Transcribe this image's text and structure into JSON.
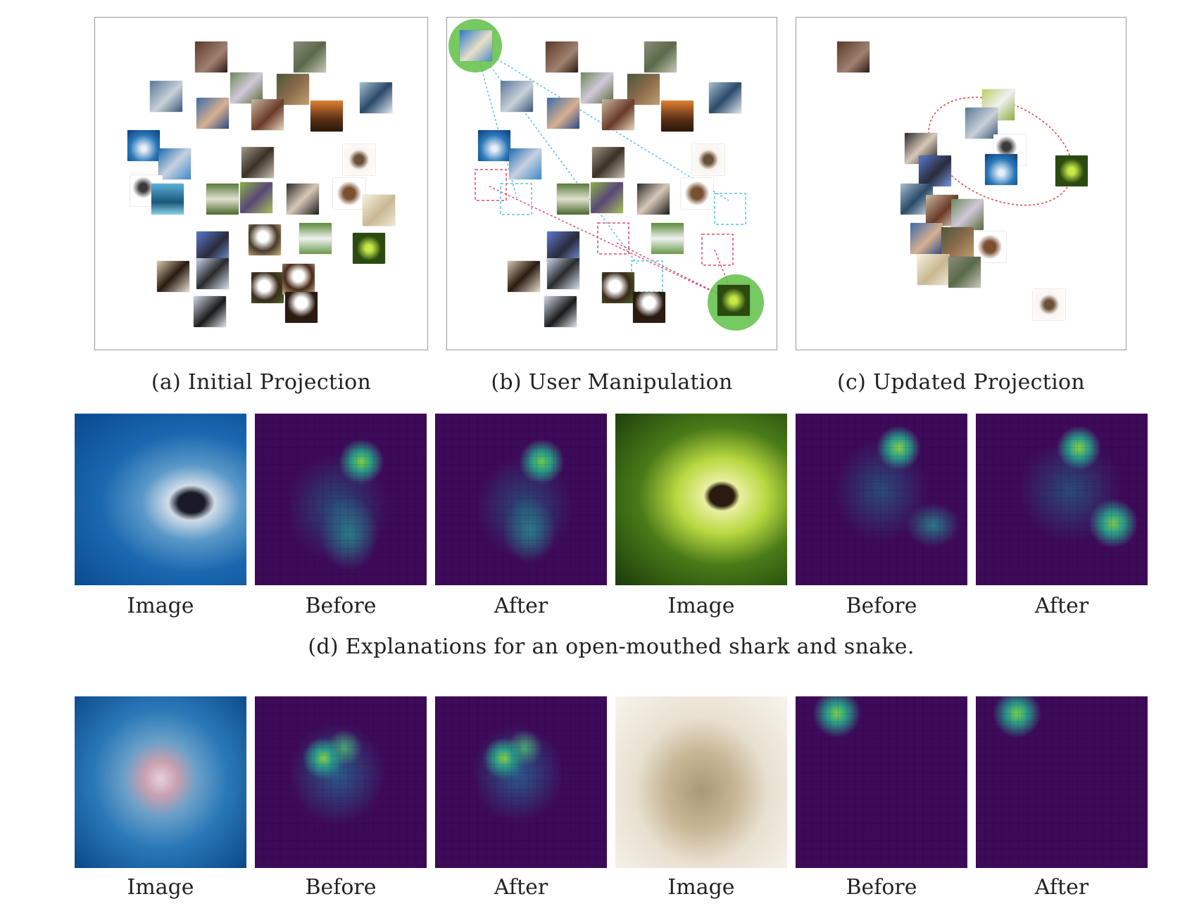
{
  "captions": {
    "a": "(a) Initial Projection",
    "b": "(b) User Manipulation",
    "c": "(c) Updated Projection",
    "d": "(d) Explanations for an open-mouthed shark and snake."
  },
  "row_labels": {
    "image": "Image",
    "before": "Before",
    "after": "After"
  },
  "colors": {
    "heatmap_bg": "#3e0a5a",
    "highlight_green": "#5fbf45",
    "dashed_pink": "#e04a6a",
    "dashed_cyan": "#5cc4dc",
    "ellipse_red": "#e04040"
  }
}
